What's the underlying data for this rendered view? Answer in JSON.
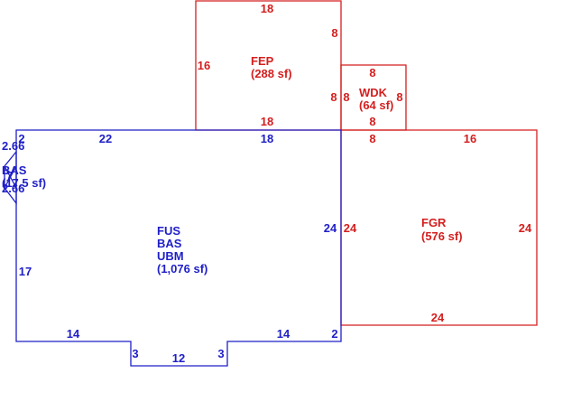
{
  "colors": {
    "main": "#1f1fc8",
    "addon": "#d41f1f"
  },
  "areas": {
    "main": {
      "codes": [
        "FUS",
        "BAS",
        "UBM"
      ],
      "area": "(1,076 sf)"
    },
    "fep": {
      "code": "FEP",
      "area": "(288 sf)"
    },
    "wdk": {
      "code": "WDK",
      "area": "(64 sf)"
    },
    "fgr": {
      "code": "FGR",
      "area": "(576 sf)"
    },
    "bay": {
      "code": "BAS",
      "area": "(17.5 sf)"
    }
  },
  "dims": {
    "main_top_left": "22",
    "main_top_right": "18",
    "main_top_short": "2",
    "main_left": "17",
    "main_right": "24",
    "main_bottom_left": "14",
    "main_bottom_right": "14",
    "main_right_step": "2",
    "notch_left": "3",
    "notch_bottom": "12",
    "notch_right": "3",
    "bay_top": "2.66",
    "bay_bottom": "2.66",
    "bay_side": "7",
    "fep_top": "18",
    "fep_bottom": "18",
    "fep_left": "16",
    "fep_right_top": "8",
    "fep_right_bottom": "8",
    "wdk_top": "8",
    "wdk_bottom": "8",
    "wdk_left": "8",
    "wdk_right": "8",
    "fgr_top_left": "8",
    "fgr_top_right": "16",
    "fgr_left": "24",
    "fgr_right": "24",
    "fgr_bottom": "24"
  }
}
